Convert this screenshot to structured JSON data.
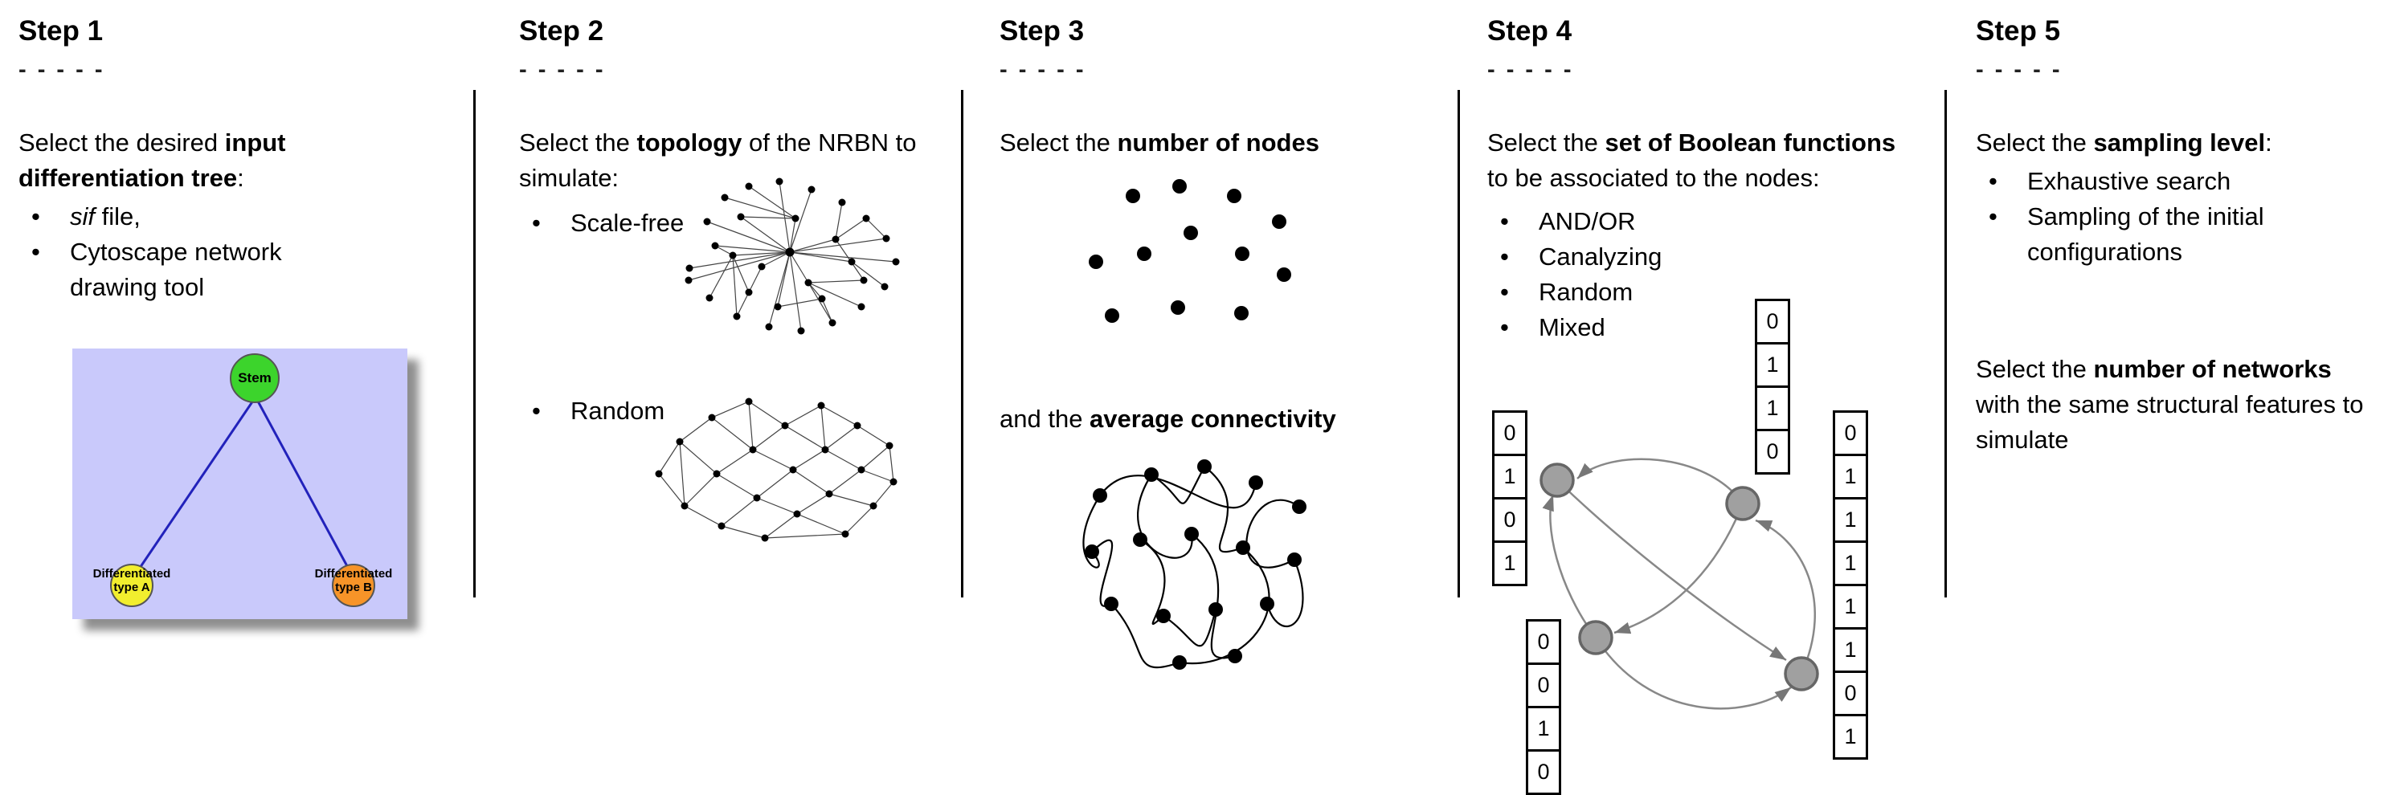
{
  "steps": [
    {
      "title": "Step 1",
      "dashes": "- - - - -",
      "intro": [
        {
          "t": "Select the desired "
        },
        {
          "t": "input differentiation tree",
          "b": true
        },
        {
          "t": ":"
        }
      ],
      "bullets": [
        [
          {
            "t": "sif",
            "i": true
          },
          {
            "t": " file,"
          }
        ],
        [
          {
            "t": "Cytoscape network drawing tool"
          }
        ]
      ],
      "tree": {
        "stem": "Stem",
        "type_a_line1": "Differentiated",
        "type_a_line2": "type A",
        "type_b_line1": "Differentiated",
        "type_b_line2": "type B",
        "colors": {
          "tree_background": "#c9c9fb",
          "stem_green": "#3cd42c",
          "type_a_yellow": "#f2ee2e",
          "type_b_orange": "#f79428",
          "edge_blue": "#2222bb"
        }
      }
    },
    {
      "title": "Step 2",
      "dashes": "- - - - -",
      "intro": [
        {
          "t": "Select the "
        },
        {
          "t": "topology",
          "b": true
        },
        {
          "t": " of the NRBN to simulate:"
        }
      ],
      "bullets": [
        [
          {
            "t": "Scale-free"
          }
        ],
        [
          {
            "t": "Random"
          }
        ]
      ]
    },
    {
      "title": "Step 3",
      "dashes": "- - - - -",
      "intro": [
        {
          "t": "Select the "
        },
        {
          "t": "number of nodes",
          "b": true
        }
      ],
      "second": [
        {
          "t": "and the "
        },
        {
          "t": "average connectivity",
          "b": true
        }
      ]
    },
    {
      "title": "Step 4",
      "dashes": "- - - - -",
      "intro": [
        {
          "t": "Select the "
        },
        {
          "t": "set of Boolean functions",
          "b": true
        },
        {
          "t": " to be associated to the nodes:"
        }
      ],
      "bullets": [
        [
          {
            "t": "AND/OR"
          }
        ],
        [
          {
            "t": "Canalyzing"
          }
        ],
        [
          {
            "t": "Random"
          }
        ],
        [
          {
            "t": "Mixed"
          }
        ]
      ],
      "truth_tables": {
        "left": [
          "0",
          "1",
          "0",
          "1"
        ],
        "top": [
          "0",
          "1",
          "1",
          "0"
        ],
        "bottom_left": [
          "0",
          "0",
          "1",
          "0"
        ],
        "right": [
          "0",
          "1",
          "1",
          "1",
          "1",
          "1",
          "0",
          "1"
        ]
      }
    },
    {
      "title": "Step 5",
      "dashes": "- - - - -",
      "intro": [
        {
          "t": "Select the "
        },
        {
          "t": "sampling level",
          "b": true
        },
        {
          "t": ":"
        }
      ],
      "bullets": [
        [
          {
            "t": "Exhaustive search"
          }
        ],
        [
          {
            "t": "Sampling of the initial configurations"
          }
        ]
      ],
      "second": [
        {
          "t": "Select the "
        },
        {
          "t": "number of networks",
          "b": true
        },
        {
          "t": " with the same structural features to simulate"
        }
      ]
    }
  ]
}
